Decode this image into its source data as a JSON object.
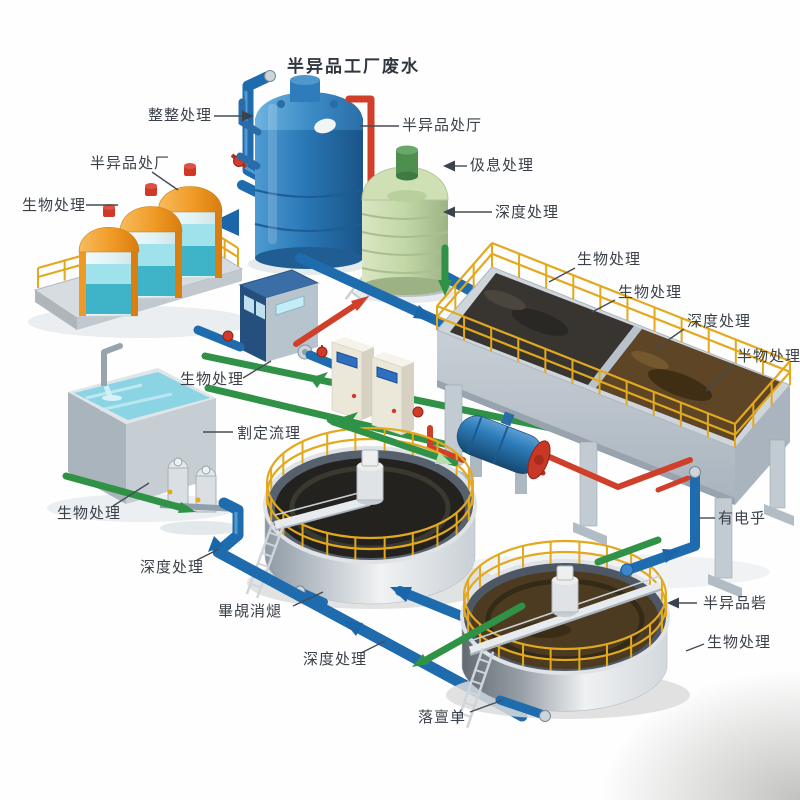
{
  "colors": {
    "pipe_blue": "#1e6cae",
    "pipe_green": "#2f9246",
    "pipe_red": "#cf3f2a",
    "railing_yellow": "#e2a81e",
    "label_text": "#3b414a"
  },
  "labels": [
    {
      "id": "factory-wastewater",
      "text": "半异品工厂废水"
    },
    {
      "id": "pretreatment-left",
      "text": "整整处理"
    },
    {
      "id": "product-plant-left",
      "text": "半异品处厂"
    },
    {
      "id": "bio-left",
      "text": "生物处理"
    },
    {
      "id": "product-plant-tank",
      "text": "半异品处厅"
    },
    {
      "id": "rest-treatment",
      "text": "伋息处理"
    },
    {
      "id": "deep-green-tank",
      "text": "深度处理"
    },
    {
      "id": "bio-basin-1",
      "text": "生物处理"
    },
    {
      "id": "bio-basin-2",
      "text": "生物处理"
    },
    {
      "id": "deep-basin",
      "text": "深度处理"
    },
    {
      "id": "half-basin",
      "text": "半物处理"
    },
    {
      "id": "bio-center",
      "text": "生物处理"
    },
    {
      "id": "flow-basin",
      "text": "割定流理"
    },
    {
      "id": "bio-bottom-left",
      "text": "生物处理"
    },
    {
      "id": "deep-mid",
      "text": "深度处理"
    },
    {
      "id": "clarifier-note",
      "text": "畢覘消煺"
    },
    {
      "id": "deep-bottom",
      "text": "深度处理"
    },
    {
      "id": "drop-note",
      "text": "落亶单"
    },
    {
      "id": "electric-note",
      "text": "有电乎"
    },
    {
      "id": "product-clarifier",
      "text": "半异品砦"
    },
    {
      "id": "bio-bottom-right",
      "text": "生物处理"
    }
  ]
}
